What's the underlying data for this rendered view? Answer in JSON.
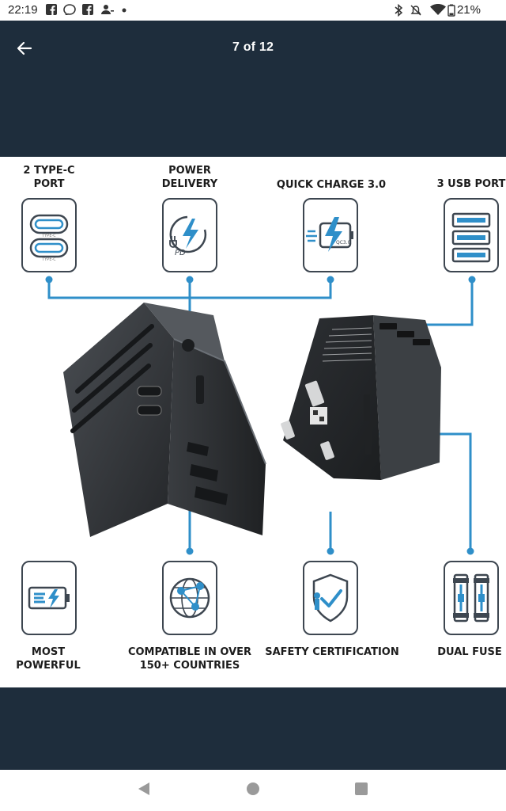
{
  "status_bar": {
    "time": "22:19",
    "battery": "21%",
    "left_icons": [
      "facebook-icon",
      "messenger-icon",
      "facebook-icon",
      "person-add-icon",
      "dot-icon"
    ],
    "right_icons": [
      "bluetooth-icon",
      "mute-icon",
      "wifi-icon",
      "battery-icon"
    ]
  },
  "app_bar": {
    "counter": "7 of 12",
    "back_icon": "arrow-left-icon"
  },
  "features_top": [
    {
      "label": "2 TYPE-C\nPORT",
      "icon": "type-c-ports-icon"
    },
    {
      "label": "POWER\nDELIVERY",
      "icon": "power-delivery-icon"
    },
    {
      "label": "QUICK CHARGE 3.0",
      "icon": "quick-charge-icon"
    },
    {
      "label": "3 USB PORT",
      "icon": "usb-ports-icon"
    }
  ],
  "features_bottom": [
    {
      "label": "MOST POWERFUL",
      "icon": "battery-bolt-icon"
    },
    {
      "label": "COMPATIBLE IN OVER\n150+ COUNTRIES",
      "icon": "globe-icon"
    },
    {
      "label": "SAFETY CERTIFICATION",
      "icon": "shield-check-icon"
    },
    {
      "label": "DUAL FUSE",
      "icon": "fuse-icon"
    }
  ],
  "icon_texts": {
    "type_c": "TYPE-C",
    "pd": "PD",
    "qc": "QC3.0"
  },
  "colors": {
    "dark": "#1e2d3c",
    "accent_blue": "#2f8fc9",
    "icon_outline": "#3d4650",
    "device": "#35383c"
  },
  "nav_bar": {
    "back": "nav-back-icon",
    "home": "nav-home-icon",
    "recents": "nav-recents-icon"
  }
}
